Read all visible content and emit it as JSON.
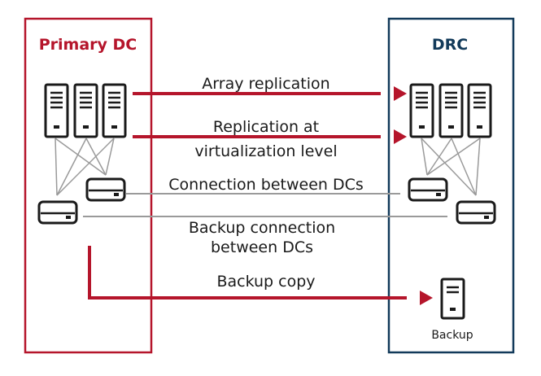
{
  "boxes": {
    "primary": {
      "title": "Primary DC",
      "color": "#b5152b"
    },
    "drc": {
      "title": "DRC",
      "color": "#123a5a"
    }
  },
  "links": {
    "array_replication": "Array replication",
    "virtualization_line1": "Replication at",
    "virtualization_line2": "virtualization level",
    "connection": "Connection between DCs",
    "backup_connection_line1": "Backup connection",
    "backup_connection_line2": "between DCs",
    "backup_copy": "Backup copy"
  },
  "backup_label": "Backup",
  "colors": {
    "replication": "#b5152b",
    "network": "#9a9a9a",
    "icon": "#1a1a1a"
  }
}
